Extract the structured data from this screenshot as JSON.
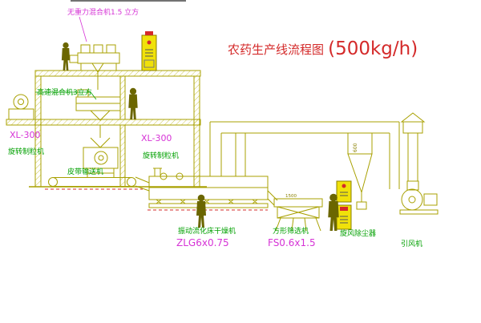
{
  "colors": {
    "line_olive": "#a8a000",
    "cabinet_yellow": "#f0e10a",
    "accent_red": "#d42a2a",
    "label_green": "#00a000",
    "label_magenta": "#d633d6",
    "title_red": "#d42a2a"
  },
  "title": {
    "text": "农药生产线流程图",
    "capacity": "(500kg/h)"
  },
  "labels": {
    "top_mixer": "无重力混合机1.5 立方",
    "high_speed_mixer": "高速混合机3立方",
    "granulator_left_model": "XL-300",
    "granulator_left_name": "旋转制粒机",
    "granulator_right_model": "XL-300",
    "granulator_right_name": "旋转制粒机",
    "belt_conveyor": "皮带输送机",
    "dryer_name": "振动流化床干燥机",
    "dryer_model": "ZLG6x0.75",
    "sieve_name": "方形筛选机",
    "sieve_model": "FS0.6x1.5",
    "cyclone_name": "旋风除尘器",
    "fan_name": "引风机"
  },
  "dimensions": {
    "cyclone_dia": "600",
    "sieve_len": "1500"
  }
}
